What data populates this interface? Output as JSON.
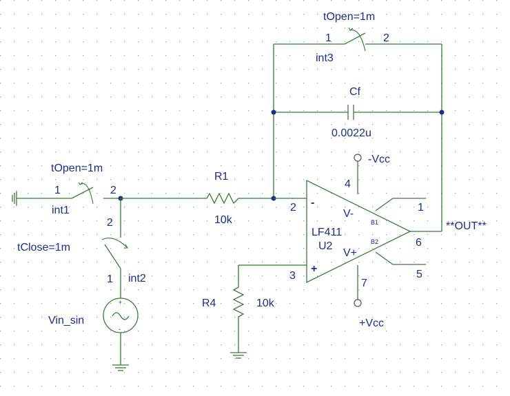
{
  "schematic": {
    "switch_int3": {
      "param": "tOpen=1m",
      "name": "int3",
      "pin1": "1",
      "pin2": "2"
    },
    "capacitor": {
      "name": "Cf",
      "value": "0.0022u"
    },
    "vcc_neg": {
      "label": "-Vcc"
    },
    "vcc_pos": {
      "label": "+Vcc"
    },
    "switch_int1": {
      "param": "tOpen=1m",
      "name": "int1",
      "pin1": "1",
      "pin2": "2"
    },
    "switch_int2": {
      "param": "tClose=1m",
      "name": "int2",
      "pin1": "1",
      "pin2": "2"
    },
    "r1": {
      "name": "R1",
      "value": "10k"
    },
    "r4": {
      "name": "R4",
      "value": "10k"
    },
    "source": {
      "name": "Vin_sin"
    },
    "opamp": {
      "part": "LF411",
      "ref": "U2",
      "vminus": "V-",
      "vplus": "V+",
      "b1": "B1",
      "b2": "B2",
      "minus_sign": "-",
      "plus_sign": "+",
      "pin_inv": "2",
      "pin_noninv": "3",
      "pin_vneg": "4",
      "pin_vpos": "7",
      "pin_out": "6",
      "pin_b1": "1",
      "pin_b2": "5"
    },
    "output": {
      "label": "**OUT**"
    }
  }
}
